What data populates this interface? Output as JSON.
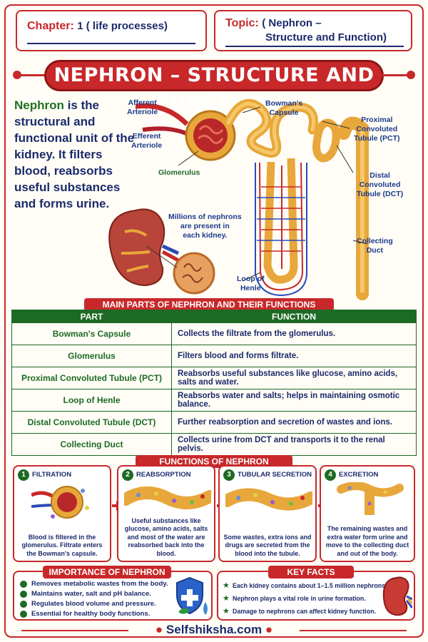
{
  "header": {
    "chapter_label": "Chapter:",
    "chapter_value": "1 ( life processes)",
    "topic_label": "Topic:",
    "topic_value_1": "( Nephron –",
    "topic_value_2": "Structure and Function)"
  },
  "title": "NEPHRON – STRUCTURE AND FUNCTION",
  "intro": {
    "highlight": "Nephron",
    "text": " is the structural and functional unit of the kidney. It filters blood, reabsorbs useful substances and forms urine."
  },
  "diagram_labels": {
    "afferent": "Afferent\nArteriole",
    "efferent": "Efferent\nArteriole",
    "glomerulus": "Glomerulus",
    "bowman": "Bowman's\nCapsule",
    "pct": "Proximal\nConvoluted\nTubule (PCT)",
    "dct": "Distal\nConvoluted\nTubule (DCT)",
    "collecting": "Collecting\nDuct",
    "loop": "Loop of\nHenle",
    "millions": "Millions of nephrons\nare present in\neach kidney."
  },
  "parts_table": {
    "banner": "MAIN PARTS OF NEPHRON AND THEIR FUNCTIONS",
    "headers": [
      "PART",
      "FUNCTION"
    ],
    "rows": [
      [
        "Bowman's Capsule",
        "Collects the filtrate from the glomerulus."
      ],
      [
        "Glomerulus",
        "Filters blood and forms filtrate."
      ],
      [
        "Proximal Convoluted Tubule (PCT)",
        "Reabsorbs useful substances like glucose, amino acids, salts and water."
      ],
      [
        "Loop of Henle",
        "Reabsorbs water and salts; helps in maintaining osmotic balance."
      ],
      [
        "Distal Convoluted Tubule (DCT)",
        "Further reabsorption and secretion of wastes and ions."
      ],
      [
        "Collecting Duct",
        "Collects urine from DCT and transports it to the renal pelvis."
      ]
    ]
  },
  "functions": {
    "banner": "FUNCTIONS OF NEPHRON",
    "steps": [
      {
        "num": "1",
        "title": "FILTRATION",
        "desc": "Blood is filtered in the glomerulus. Filtrate enters the Bowman's capsule."
      },
      {
        "num": "2",
        "title": "REABSORPTION",
        "desc": "Useful substances like glucose, amino acids, salts and most of the water are reabsorbed back into the blood."
      },
      {
        "num": "3",
        "title": "TUBULAR SECRETION",
        "desc": "Some wastes, extra ions and drugs are secreted from the blood into the tubule."
      },
      {
        "num": "4",
        "title": "EXCRETION",
        "desc": "The remaining wastes and extra water form urine and move to the collecting duct and out of the body."
      }
    ]
  },
  "importance": {
    "title": "IMPORTANCE OF NEPHRON",
    "items": [
      "Removes metabolic wastes from the body.",
      "Maintains water, salt and pH balance.",
      "Regulates blood volume and pressure.",
      "Essential for healthy body functions."
    ]
  },
  "key_facts": {
    "title": "KEY FACTS",
    "items": [
      "Each kidney contains about 1–1.5 million nephrons.",
      "Nephron plays a vital role in urine formation.",
      "Damage to nephrons can affect kidney function."
    ]
  },
  "footer": "Selfshiksha.com",
  "colors": {
    "accent_red": "#c8282a",
    "navy": "#1b2a6b",
    "green": "#1d6a24"
  }
}
